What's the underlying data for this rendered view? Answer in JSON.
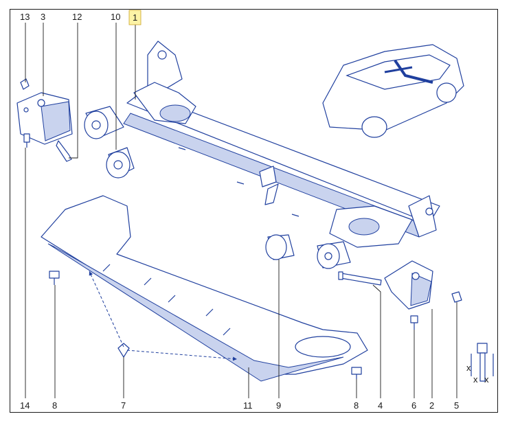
{
  "highlight_color": "#fdf3a6",
  "line_color": "#1f3f9e",
  "callouts": {
    "c13": "13",
    "c3": "3",
    "c12": "12",
    "c10": "10",
    "c1": "1",
    "c14": "14",
    "c8a": "8",
    "c7": "7",
    "c11": "11",
    "c9": "9",
    "c8b": "8",
    "c4": "4",
    "c6": "6",
    "c2": "2",
    "c5": "5"
  },
  "detail_labels": {
    "x1": "x",
    "x2": "x",
    "x3": "x"
  }
}
